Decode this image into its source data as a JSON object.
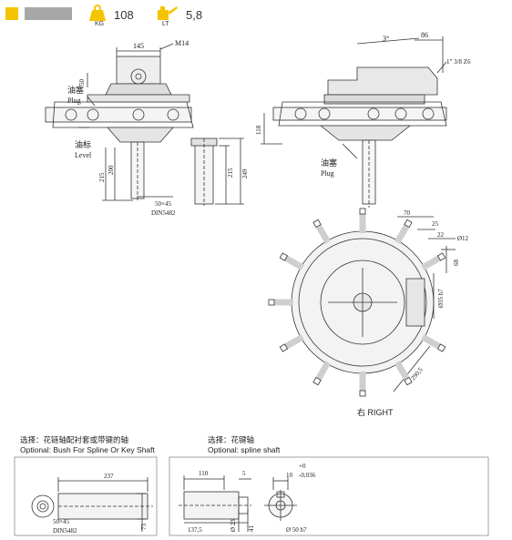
{
  "header": {
    "swatch_colors": [
      "#f5c400",
      "#a7a7a7"
    ],
    "weight_icon": "weight-kg-icon",
    "weight_value": "108",
    "weight_unit": "KG",
    "oil_icon": "oil-can-icon",
    "oil_value": "5,8",
    "oil_unit": "LT"
  },
  "front_view": {
    "dim_top_width": "145",
    "thread": "M14",
    "dim_height": "50",
    "plug_cn": "油塞",
    "plug_en": "Plug",
    "level_cn": "油标",
    "level_en": "Level",
    "dim_215": "215",
    "dim_200": "200",
    "shaft_spec": "50×45",
    "shaft_standard": "DIN5482"
  },
  "side_view": {
    "dim_215": "215",
    "dim_249": "249"
  },
  "right_view": {
    "angle": "3°",
    "dim_86": "86",
    "pipe_thread": "1\" 3/8 Z6",
    "dim_118": "118",
    "plug_cn": "油塞",
    "plug_en": "Plug"
  },
  "top_view": {
    "dim_70": "70",
    "dim_25": "25",
    "dim_22": "22",
    "hole_dia": "Ø12",
    "dim_68": "68",
    "bore": "Ø35 h7",
    "radius": "290,5",
    "label": "右 RIGHT"
  },
  "option1": {
    "title_cn": "选择：花链轴配衬套或带键的轴",
    "title_en": "Optional: Bush For Spline Or Key Shaft",
    "dim_length": "237",
    "dim_73": "73",
    "spec": "50×45",
    "standard": "DIN5482"
  },
  "option2": {
    "title_cn": "选择：花键轴",
    "title_en": "Optional: spline shaft",
    "dim_110": "110",
    "dim_5": "5",
    "tol_upper": "+0",
    "tol_key": "10",
    "tol_lower": "-0,036",
    "dim_137": "137,5",
    "dia_23": "Ø 23",
    "dim_41": "41",
    "dia_50": "Ø 50  h7"
  }
}
